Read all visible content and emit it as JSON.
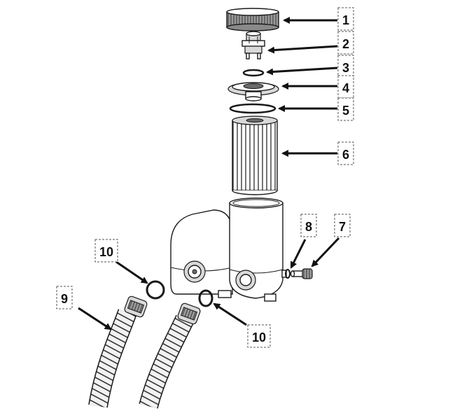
{
  "callouts": [
    {
      "label": "1"
    },
    {
      "label": "2"
    },
    {
      "label": "3"
    },
    {
      "label": "4"
    },
    {
      "label": "5"
    },
    {
      "label": "6"
    },
    {
      "label": "7"
    },
    {
      "label": "8"
    },
    {
      "label": "9"
    },
    {
      "label": "10"
    },
    {
      "label": "10"
    }
  ],
  "colors": {
    "line": "#1a1a1a",
    "arrow": "#111111",
    "box_border": "#555555",
    "shade": "#d9d9d9"
  }
}
